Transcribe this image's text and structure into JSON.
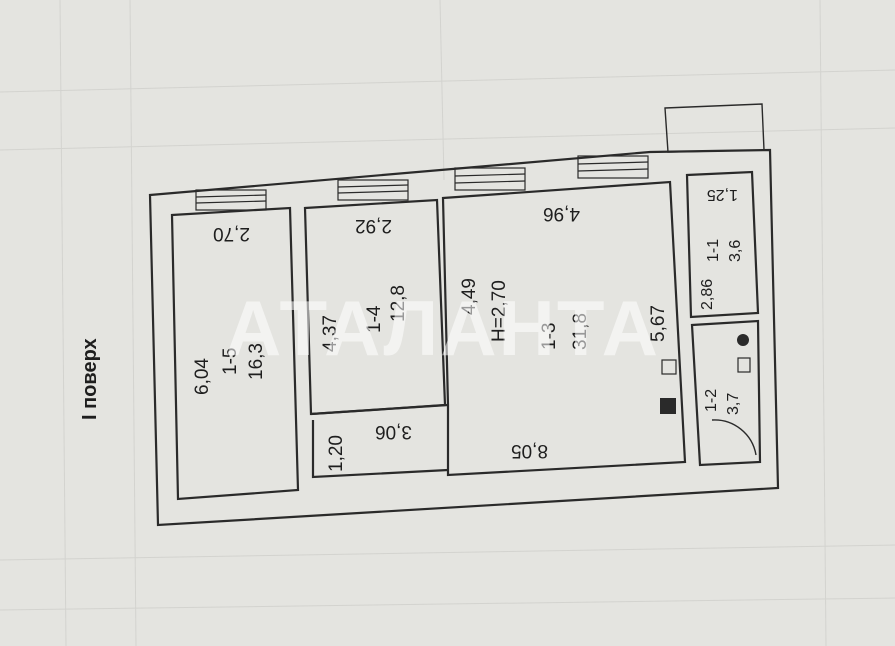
{
  "plan": {
    "floor_title": "I поверх",
    "watermark": "АТАЛАНТА",
    "height_note": "H=2,70",
    "rooms": [
      {
        "id": "1-5",
        "area": "16,3",
        "len": "6,04",
        "width": "2,70"
      },
      {
        "id": "1-4",
        "area": "12,8",
        "len": "4,37",
        "width": "2,92"
      },
      {
        "id": "1-3",
        "area": "31,8",
        "len_a": "4,49",
        "len_b": "5,67",
        "width": "4,96"
      },
      {
        "id": "1-2",
        "area": "3,7"
      },
      {
        "id": "1-1",
        "area": "3,6",
        "len": "2,86",
        "width": "1,25"
      }
    ],
    "corridor": {
      "len": "8,05",
      "width_a": "1,20",
      "width_b": "3,06"
    }
  },
  "colors": {
    "paper": "#e4e4e0",
    "ink": "#2a2a2a",
    "grid": "#d3d3cf"
  }
}
